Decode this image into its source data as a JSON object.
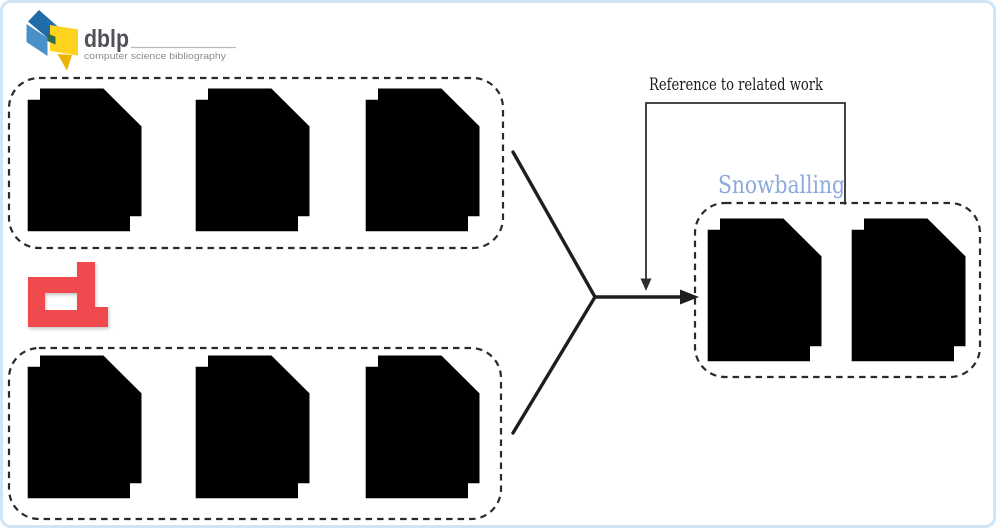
{
  "figure": {
    "border_color": "#CEE5F8",
    "background": "#FFFFFF"
  },
  "sources": {
    "dblp": {
      "wordmark": "dblp",
      "subtitle": "computer science bibliography",
      "icon": "dblp-origami-icon",
      "wordmark_color": "#515257",
      "subtitle_color": "#8A8C90",
      "rule_color": "#B9BBBE",
      "icon_colors": {
        "blue_dark": "#1F6CA8",
        "blue_light": "#4A90C8",
        "green_overlap": "#2D6E52",
        "yellow": "#FFD21E",
        "yellow_dark": "#EBB400"
      }
    },
    "acl": {
      "icon": "red-a-logo",
      "color": "#F0494E"
    }
  },
  "groups": {
    "dblp_results": {
      "doc_count": 3,
      "doc_color": "#F7A440",
      "border_color": "#2A2A2A"
    },
    "acl_results": {
      "doc_count": 3,
      "doc_color": "#EC7E76",
      "border_color": "#2A2A2A"
    },
    "snowballing": {
      "label": "Snowballing",
      "label_color": "#8CA9DC",
      "doc_count": 2,
      "doc_color": "#8FAEDE",
      "border_color": "#2A2A2A"
    }
  },
  "annotations": {
    "reference_label": "Reference to related work",
    "reference_label_color": "#1B1B1B",
    "arrow_color": "#1E1E1E",
    "feedback_color": "#2F2F2F"
  }
}
